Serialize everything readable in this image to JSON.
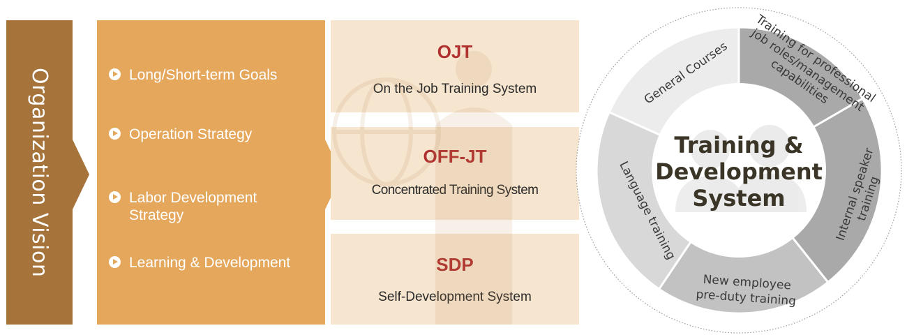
{
  "vision": {
    "title": "Organization Vision"
  },
  "strategy": {
    "items": [
      "Long/Short-term Goals",
      "Operation Strategy",
      "Labor Development Strategy",
      "Learning & Development"
    ]
  },
  "systems": [
    {
      "title": "OJT",
      "subtitle": "On the Job Training System"
    },
    {
      "title": "OFF-JT",
      "subtitle": "Concentrated Training System"
    },
    {
      "title": "SDP",
      "subtitle": "Self-Development System"
    }
  ],
  "wheel": {
    "center_lines": [
      "Training &",
      "Development",
      "System"
    ],
    "segments": {
      "general": "General Courses",
      "professional": [
        "Training for professional",
        "job roles/management",
        "capabilities"
      ],
      "internal": [
        "Internal speaker",
        "training"
      ],
      "new_employee": [
        "New employee",
        "pre-duty training"
      ],
      "language": "Language training"
    }
  },
  "colors": {
    "vision": "#a6733a",
    "strategy": "#e4a75c",
    "system_bg": "#f6e5cf",
    "system_title": "#b02f2f",
    "segment_light": "#ececec",
    "segment_mid": "#c2c2c2",
    "segment_dark": "#a9a9a9"
  },
  "icons": [
    "play-circle-icon",
    "people-icon",
    "globe-icon"
  ]
}
